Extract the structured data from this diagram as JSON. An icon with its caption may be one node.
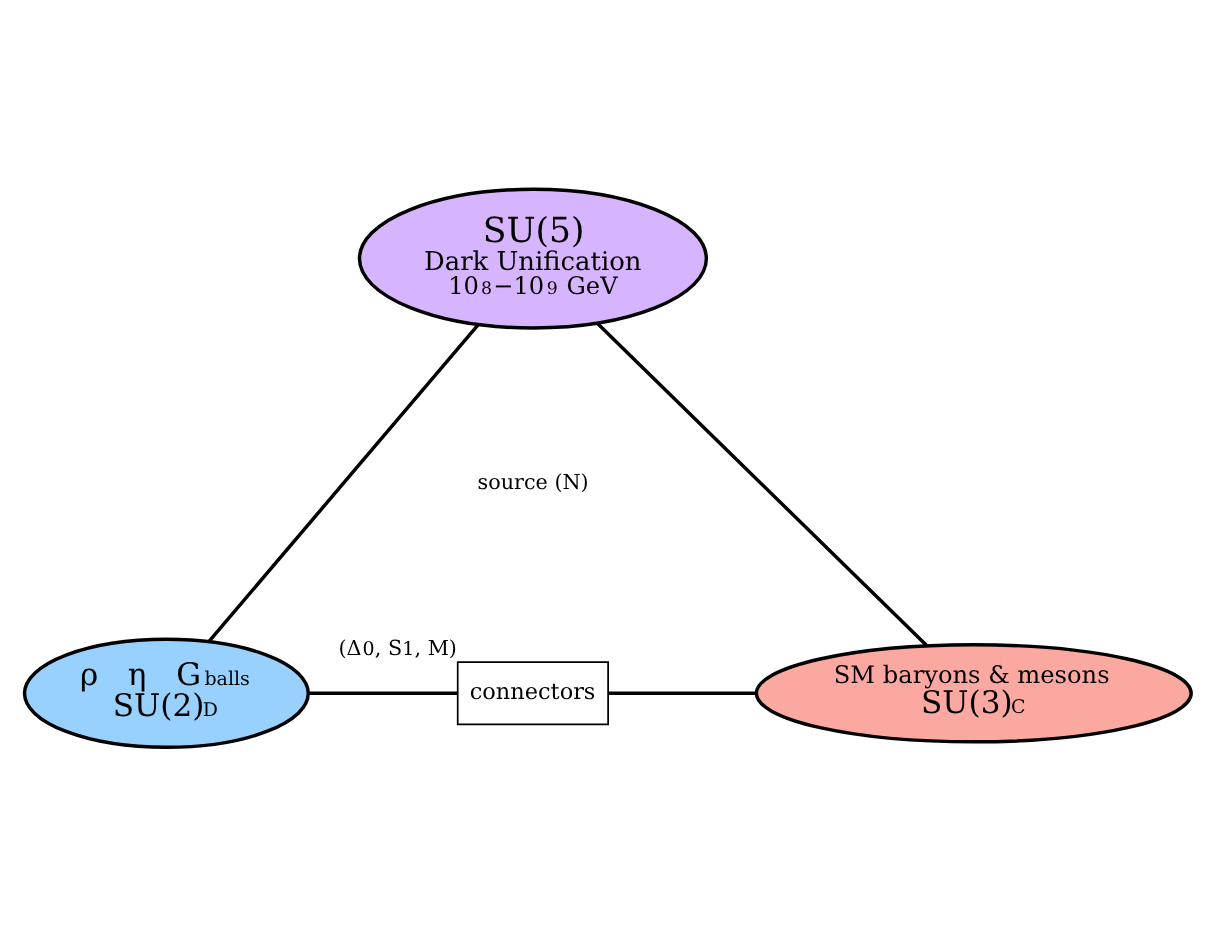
{
  "diagram": {
    "nodes": [
      {
        "text": [
          "SU(5)",
          "Dark Unification",
          "10$^{8}$−10$^{9}$ GeV"
        ]
      },
      {
        "text": [
          "ρ   η   G$_{balls}$",
          "SU(2)$_{D}$"
        ]
      },
      {
        "text": [
          "SM baryons & mesons",
          "SU(3)$_{C}$"
        ]
      },
      {
        "text": [
          "connectors"
        ],
        "beside": [
          "(Δ$_{0}$, S$_{1}$, M)"
        ]
      }
    ],
    "edges": [
      {
        "from": 0,
        "to": 1,
        "arrow": "none"
      },
      {
        "from": 0,
        "to": 2,
        "arrow": "none"
      },
      {
        "from": 1,
        "to": 3,
        "arrow": "none"
      },
      {
        "from": 3,
        "to": 2,
        "arrow": "none"
      }
    ],
    "labels": [
      "source (N)"
    ]
  }
}
